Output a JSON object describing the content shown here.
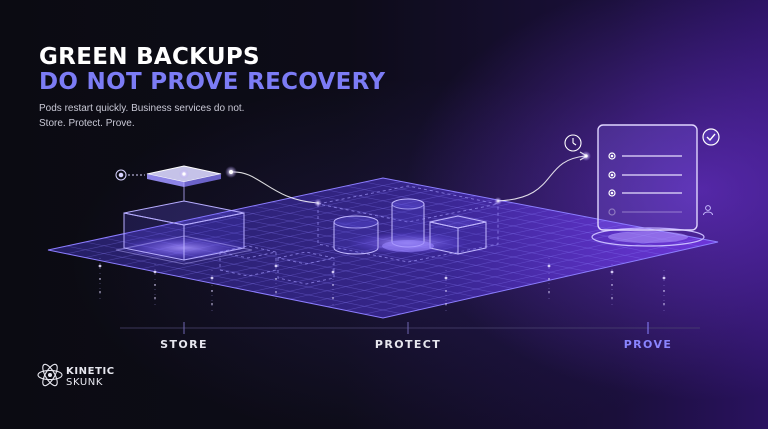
{
  "headline": {
    "line1": "GREEN BACKUPS",
    "line2": "DO NOT PROVE RECOVERY"
  },
  "subtitle": {
    "line1": "Pods restart quickly. Business services do not.",
    "line2": "Store. Protect. Prove."
  },
  "stages": [
    "STORE",
    "PROTECT",
    "PROVE"
  ],
  "brand": {
    "line1": "KINETIC",
    "line2": "SKUNK"
  },
  "icons": [
    "target-icon",
    "clock-icon",
    "checkmark-icon",
    "user-icon",
    "atom-logo-icon"
  ],
  "colors": {
    "accent": "#7c7cf5",
    "prove": "#8a84ff",
    "grid": "#6f5cff",
    "background": "#0a0a12",
    "glow": "#7c3aed"
  }
}
